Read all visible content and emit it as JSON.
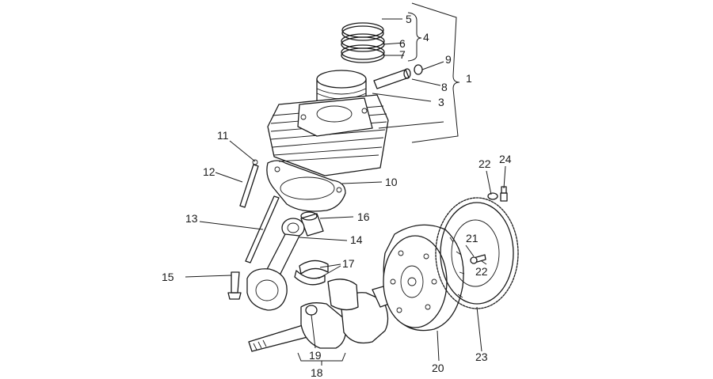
{
  "callouts": {
    "c1": "1",
    "c3": "3",
    "c4": "4",
    "c5": "5",
    "c6": "6",
    "c7": "7",
    "c8": "8",
    "c9": "9",
    "c10": "10",
    "c11": "11",
    "c12": "12",
    "c13": "13",
    "c14": "14",
    "c15": "15",
    "c16": "16",
    "c17": "17",
    "c18": "18",
    "c19": "19",
    "c20": "20",
    "c21": "21",
    "c22a": "22",
    "c22b": "22",
    "c23": "23",
    "c24": "24"
  }
}
